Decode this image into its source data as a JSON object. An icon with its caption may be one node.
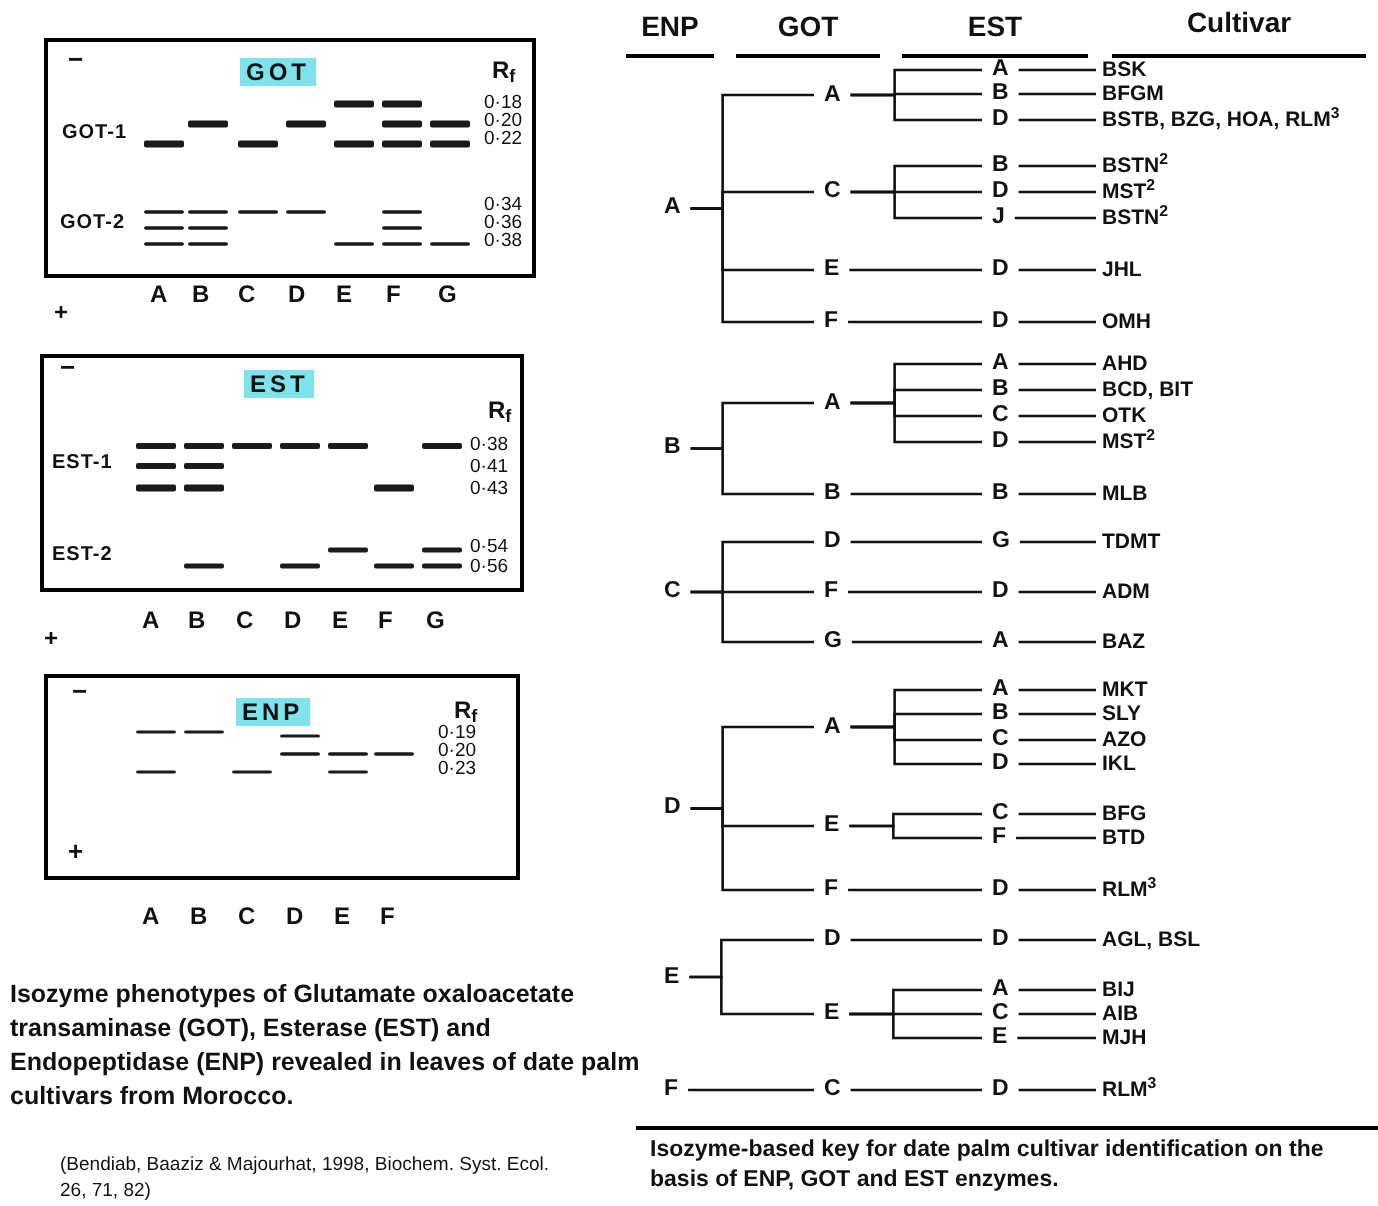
{
  "diagram": {
    "caption": "Isozyme-based key for date palm cultivar identification on the basis of ENP, GOT and EST enzymes.",
    "nodes": [
      {
        "text": [
          "−",
          "GOT",
          "R$_{f}$",
          "GOT-1",
          "GOT-2",
          "0·18",
          "0·20",
          "0·22",
          "0·34",
          "0·36",
          "0·38"
        ],
        "beside": [
          "+",
          "A",
          "B",
          "C",
          "D",
          "E",
          "F",
          "G"
        ]
      },
      {
        "text": [
          "−",
          "EST",
          "R$_{f}$",
          "EST-1",
          "EST-2",
          "0·38",
          "0·41",
          "0·43",
          "0·54",
          "0·56"
        ],
        "beside": [
          "+",
          "A",
          "B",
          "C",
          "D",
          "E",
          "F",
          "G"
        ]
      },
      {
        "text": [
          "−",
          "ENP",
          "R$_{f}$",
          "+",
          "0·19",
          "0·20",
          "0·23"
        ],
        "beside": [
          "A",
          "B",
          "C",
          "D",
          "E",
          "F"
        ]
      },
      {
        "text": [
          "A"
        ]
      },
      {
        "text": [
          "A"
        ]
      },
      {
        "text": [
          "A"
        ]
      },
      {
        "text": [
          "BSK"
        ]
      },
      {
        "text": [
          "B"
        ]
      },
      {
        "text": [
          "BFGM"
        ]
      },
      {
        "text": [
          "D"
        ]
      },
      {
        "text": [
          "BSTB, BZG, HOA, RLM$^{3}$"
        ]
      },
      {
        "text": [
          "C"
        ]
      },
      {
        "text": [
          "B"
        ]
      },
      {
        "text": [
          "BSTN$^{2}$"
        ]
      },
      {
        "text": [
          "D"
        ]
      },
      {
        "text": [
          "MST$^{2}$"
        ]
      },
      {
        "text": [
          "J"
        ]
      },
      {
        "text": [
          "BSTN$^{2}$"
        ]
      },
      {
        "text": [
          "E"
        ]
      },
      {
        "text": [
          "D"
        ]
      },
      {
        "text": [
          "JHL"
        ]
      },
      {
        "text": [
          "F"
        ]
      },
      {
        "text": [
          "D"
        ]
      },
      {
        "text": [
          "OMH"
        ]
      },
      {
        "text": [
          "B"
        ]
      },
      {
        "text": [
          "A"
        ]
      },
      {
        "text": [
          "A"
        ]
      },
      {
        "text": [
          "AHD"
        ]
      },
      {
        "text": [
          "B"
        ]
      },
      {
        "text": [
          "BCD, BIT"
        ]
      },
      {
        "text": [
          "C"
        ]
      },
      {
        "text": [
          "OTK"
        ]
      },
      {
        "text": [
          "D"
        ]
      },
      {
        "text": [
          "MST$^{2}$"
        ]
      },
      {
        "text": [
          "B"
        ]
      },
      {
        "text": [
          "B"
        ]
      },
      {
        "text": [
          "MLB"
        ]
      },
      {
        "text": [
          "C"
        ]
      },
      {
        "text": [
          "D"
        ]
      },
      {
        "text": [
          "G"
        ]
      },
      {
        "text": [
          "TDMT"
        ]
      },
      {
        "text": [
          "F"
        ]
      },
      {
        "text": [
          "D"
        ]
      },
      {
        "text": [
          "ADM"
        ]
      },
      {
        "text": [
          "G"
        ]
      },
      {
        "text": [
          "A"
        ]
      },
      {
        "text": [
          "BAZ"
        ]
      },
      {
        "text": [
          "D"
        ]
      },
      {
        "text": [
          "A"
        ]
      },
      {
        "text": [
          "A"
        ]
      },
      {
        "text": [
          "MKT"
        ]
      },
      {
        "text": [
          "B"
        ]
      },
      {
        "text": [
          "SLY"
        ]
      },
      {
        "text": [
          "C"
        ]
      },
      {
        "text": [
          "AZO"
        ]
      },
      {
        "text": [
          "D"
        ]
      },
      {
        "text": [
          "IKL"
        ]
      },
      {
        "text": [
          "E"
        ]
      },
      {
        "text": [
          "C"
        ]
      },
      {
        "text": [
          "BFG"
        ]
      },
      {
        "text": [
          "F"
        ]
      },
      {
        "text": [
          "BTD"
        ]
      },
      {
        "text": [
          "F"
        ]
      },
      {
        "text": [
          "D"
        ]
      },
      {
        "text": [
          "RLM$^{3}$"
        ]
      },
      {
        "text": [
          "E"
        ]
      },
      {
        "text": [
          "D"
        ]
      },
      {
        "text": [
          "D"
        ]
      },
      {
        "text": [
          "AGL, BSL"
        ]
      },
      {
        "text": [
          "E"
        ]
      },
      {
        "text": [
          "A"
        ]
      },
      {
        "text": [
          "BIJ"
        ]
      },
      {
        "text": [
          "C"
        ]
      },
      {
        "text": [
          "AIB"
        ]
      },
      {
        "text": [
          "E"
        ]
      },
      {
        "text": [
          "MJH"
        ]
      },
      {
        "text": [
          "F"
        ]
      },
      {
        "text": [
          "C"
        ]
      },
      {
        "text": [
          "D"
        ]
      },
      {
        "text": [
          "RLM$^{3}$"
        ]
      }
    ],
    "edges": [
      {
        "from": 3,
        "to": 4,
        "arrow": "none"
      },
      {
        "from": 3,
        "to": 11,
        "arrow": "none"
      },
      {
        "from": 3,
        "to": 18,
        "arrow": "none"
      },
      {
        "from": 3,
        "to": 21,
        "arrow": "none"
      },
      {
        "from": 4,
        "to": 5,
        "arrow": "none"
      },
      {
        "from": 4,
        "to": 7,
        "arrow": "none"
      },
      {
        "from": 4,
        "to": 9,
        "arrow": "none"
      },
      {
        "from": 5,
        "to": 6,
        "arrow": "none"
      },
      {
        "from": 7,
        "to": 8,
        "arrow": "none"
      },
      {
        "from": 9,
        "to": 10,
        "arrow": "none"
      },
      {
        "from": 11,
        "to": 12,
        "arrow": "none"
      },
      {
        "from": 11,
        "to": 14,
        "arrow": "none"
      },
      {
        "from": 11,
        "to": 16,
        "arrow": "none"
      },
      {
        "from": 12,
        "to": 13,
        "arrow": "none"
      },
      {
        "from": 14,
        "to": 15,
        "arrow": "none"
      },
      {
        "from": 16,
        "to": 17,
        "arrow": "none"
      },
      {
        "from": 18,
        "to": 19,
        "arrow": "none"
      },
      {
        "from": 19,
        "to": 20,
        "arrow": "none"
      },
      {
        "from": 21,
        "to": 22,
        "arrow": "none"
      },
      {
        "from": 22,
        "to": 23,
        "arrow": "none"
      },
      {
        "from": 24,
        "to": 25,
        "arrow": "none"
      },
      {
        "from": 24,
        "to": 34,
        "arrow": "none"
      },
      {
        "from": 25,
        "to": 26,
        "arrow": "none"
      },
      {
        "from": 25,
        "to": 28,
        "arrow": "none"
      },
      {
        "from": 25,
        "to": 30,
        "arrow": "none"
      },
      {
        "from": 25,
        "to": 32,
        "arrow": "none"
      },
      {
        "from": 26,
        "to": 27,
        "arrow": "none"
      },
      {
        "from": 28,
        "to": 29,
        "arrow": "none"
      },
      {
        "from": 30,
        "to": 31,
        "arrow": "none"
      },
      {
        "from": 32,
        "to": 33,
        "arrow": "none"
      },
      {
        "from": 34,
        "to": 35,
        "arrow": "none"
      },
      {
        "from": 35,
        "to": 36,
        "arrow": "none"
      },
      {
        "from": 37,
        "to": 38,
        "arrow": "none"
      },
      {
        "from": 37,
        "to": 41,
        "arrow": "none"
      },
      {
        "from": 37,
        "to": 44,
        "arrow": "none"
      },
      {
        "from": 38,
        "to": 39,
        "arrow": "none"
      },
      {
        "from": 39,
        "to": 40,
        "arrow": "none"
      },
      {
        "from": 41,
        "to": 42,
        "arrow": "none"
      },
      {
        "from": 42,
        "to": 43,
        "arrow": "none"
      },
      {
        "from": 44,
        "to": 45,
        "arrow": "none"
      },
      {
        "from": 45,
        "to": 46,
        "arrow": "none"
      },
      {
        "from": 47,
        "to": 48,
        "arrow": "none"
      },
      {
        "from": 47,
        "to": 57,
        "arrow": "none"
      },
      {
        "from": 47,
        "to": 62,
        "arrow": "none"
      },
      {
        "from": 48,
        "to": 49,
        "arrow": "none"
      },
      {
        "from": 48,
        "to": 51,
        "arrow": "none"
      },
      {
        "from": 48,
        "to": 53,
        "arrow": "none"
      },
      {
        "from": 48,
        "to": 55,
        "arrow": "none"
      },
      {
        "from": 49,
        "to": 50,
        "arrow": "none"
      },
      {
        "from": 51,
        "to": 52,
        "arrow": "none"
      },
      {
        "from": 53,
        "to": 54,
        "arrow": "none"
      },
      {
        "from": 55,
        "to": 56,
        "arrow": "none"
      },
      {
        "from": 57,
        "to": 58,
        "arrow": "none"
      },
      {
        "from": 57,
        "to": 60,
        "arrow": "none"
      },
      {
        "from": 58,
        "to": 59,
        "arrow": "none"
      },
      {
        "from": 60,
        "to": 61,
        "arrow": "none"
      },
      {
        "from": 62,
        "to": 63,
        "arrow": "none"
      },
      {
        "from": 63,
        "to": 64,
        "arrow": "none"
      },
      {
        "from": 65,
        "to": 66,
        "arrow": "none"
      },
      {
        "from": 65,
        "to": 69,
        "arrow": "none"
      },
      {
        "from": 66,
        "to": 67,
        "arrow": "none"
      },
      {
        "from": 67,
        "to": 68,
        "arrow": "none"
      },
      {
        "from": 69,
        "to": 70,
        "arrow": "none"
      },
      {
        "from": 69,
        "to": 72,
        "arrow": "none"
      },
      {
        "from": 69,
        "to": 74,
        "arrow": "none"
      },
      {
        "from": 70,
        "to": 71,
        "arrow": "none"
      },
      {
        "from": 72,
        "to": 73,
        "arrow": "none"
      },
      {
        "from": 74,
        "to": 75,
        "arrow": "none"
      },
      {
        "from": 76,
        "to": 77,
        "arrow": "none"
      },
      {
        "from": 77,
        "to": 78,
        "arrow": "none"
      },
      {
        "from": 78,
        "to": 79,
        "arrow": "none"
      }
    ],
    "labels": [
      "ENP",
      "GOT",
      "EST",
      "Cultivar",
      "Isozyme phenotypes of Glutamate oxaloacetate transaminase (GOT), Esterase (EST) and Endopeptidase (ENP) revealed in leaves of date palm cultivars from Morocco.",
      "(Bendiab, Baaziz & Majourhat, 1998, Biochem. Syst. Ecol. 26, 71, 82)"
    ]
  }
}
